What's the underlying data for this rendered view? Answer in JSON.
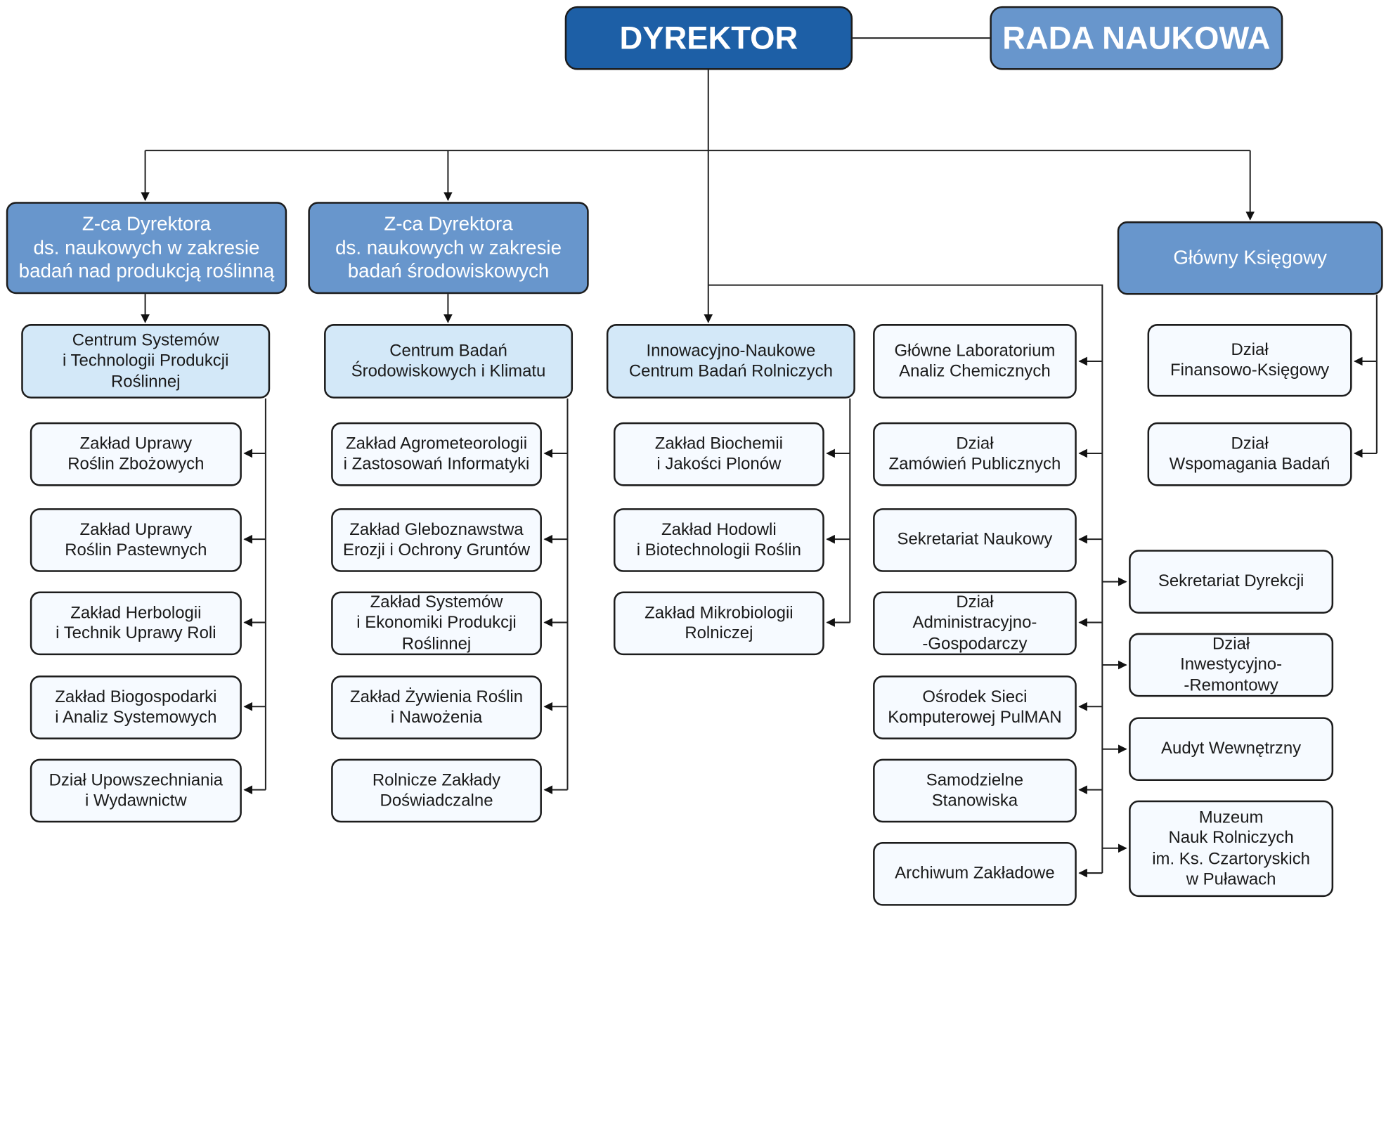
{
  "org": {
    "director": "DYREKTOR",
    "council": "RADA NAUKOWA",
    "deputy_plant": "Z-ca Dyrektora\nds. naukowych w zakresie\nbadań nad produkcją roślinną",
    "deputy_env": "Z-ca Dyrektora\nds. naukowych w zakresie\nbadań środowiskowych",
    "chief_accountant": "Główny Księgowy",
    "centers": {
      "plant": "Centrum Systemów\ni Technologii Produkcji\nRoślinnej",
      "env": "Centrum Badań\nŚrodowiskowych i Klimatu",
      "innov": "Innowacyjno-Naukowe\nCentrum Badań Rolniczych"
    },
    "col1": [
      "Zakład Uprawy\nRoślin Zbożowych",
      "Zakład Uprawy\nRoślin Pastewnych",
      "Zakład Herbologii\ni Technik Uprawy Roli",
      "Zakład Biogospodarki\ni Analiz Systemowych",
      "Dział Upowszechniania\ni Wydawnictw"
    ],
    "col2": [
      "Zakład Agrometeorologii\ni Zastosowań Informatyki",
      "Zakład Gleboznawstwa\nErozji i Ochrony Gruntów",
      "Zakład Systemów\ni Ekonomiki Produkcji\nRoślinnej",
      "Zakład Żywienia Roślin\ni Nawożenia",
      "Rolnicze Zakłady\nDoświadczalne"
    ],
    "col3": [
      "Zakład Biochemii\ni Jakości Plonów",
      "Zakład Hodowli\ni Biotechnologii Roślin",
      "Zakład Mikrobiologii\nRolniczej"
    ],
    "col4": [
      "Główne Laboratorium\nAnaliz Chemicznych",
      "Dział\nZamówień Publicznych",
      "Sekretariat Naukowy",
      "Dział\nAdministracyjno-\n-Gospodarczy",
      "Ośrodek Sieci\nKomputerowej PulMAN",
      "Samodzielne\nStanowiska",
      "Archiwum Zakładowe"
    ],
    "col5": [
      "Sekretariat Dyrekcji",
      "Dział\nInwestycyjno-\n-Remontowy",
      "Audyt Wewnętrzny",
      "Muzeum\nNauk Rolniczych\nim. Ks. Czartoryskich\nw Puławach"
    ],
    "col6": [
      "Dział\nFinansowo-Księgowy",
      "Dział\nWspomagania Badań"
    ]
  }
}
